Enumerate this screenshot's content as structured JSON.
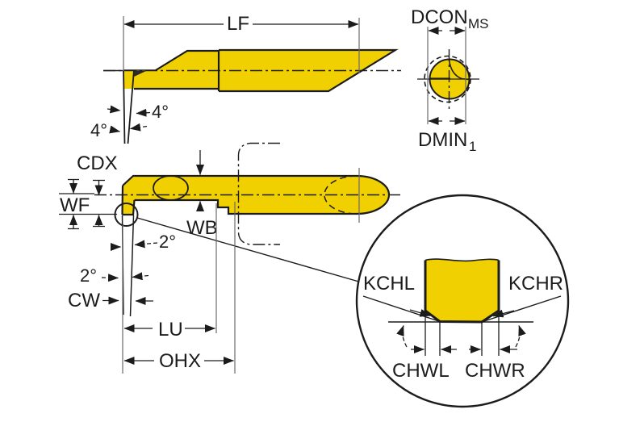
{
  "drawing": {
    "type": "cutting-tool-dimension-drawing",
    "colors": {
      "tool_yellow": "#F0D000",
      "outline": "#1c1c1c",
      "extension_line": "#6a6a6e",
      "background": "#ffffff"
    },
    "views": {
      "top": {
        "lf": "LF",
        "angle_right": "4°",
        "angle_left": "4°"
      },
      "section": {
        "dcon": "DCON",
        "dcon_sub": "MS",
        "dmin": "DMIN",
        "dmin_sub": "1"
      },
      "side": {
        "cdx": "CDX",
        "wf": "WF",
        "wb": "WB",
        "angle_upper": "2°",
        "angle_lower": "2°",
        "cw": "CW",
        "lu": "LU",
        "ohx": "OHX"
      },
      "detail": {
        "kchl": "KCHL",
        "kchr": "KCHR",
        "chwl": "CHWL",
        "chwr": "CHWR"
      }
    }
  }
}
